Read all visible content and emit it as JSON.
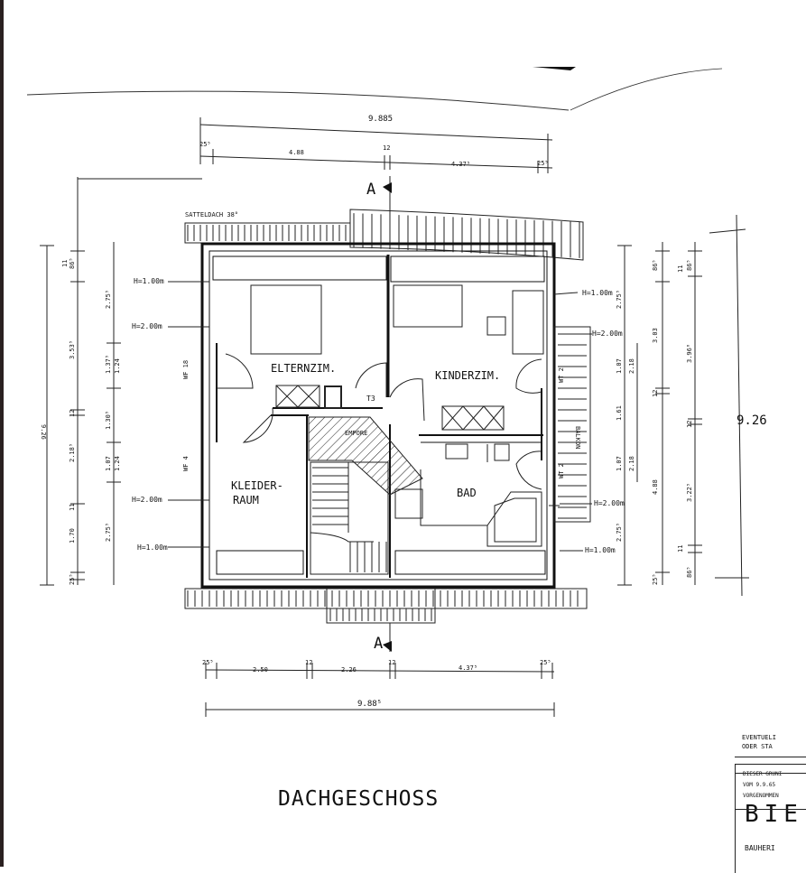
{
  "title": "DACHGESCHOSS",
  "roof_label": "SATTELDACH 38°",
  "section_marker": "A",
  "rooms": {
    "eltern": "ELTERNZIM.",
    "kinder": "KINDERZIM.",
    "kleider_1": "KLEIDER-",
    "kleider_2": "RAUM",
    "bad": "BAD",
    "empore": "EMPORE"
  },
  "labels": {
    "t3": "T3",
    "balkon": "BALKON",
    "wf18": "WF 18",
    "wf4": "WF 4",
    "wt2_top": "WT 2",
    "wt2_bottom": "WT 2"
  },
  "heights": {
    "h100": "H=1.00m",
    "h200": "H=2.00m"
  },
  "dims_top": {
    "total": "9.885",
    "d1": "25⁵",
    "d2": "4.88",
    "d3": "12",
    "d4": "4.37⁵",
    "d5": "25⁵"
  },
  "dims_bottom": {
    "total": "9.88⁵",
    "d1": "25⁵",
    "d2": "2.50",
    "d3": "12",
    "d4": "2.26",
    "d5": "12",
    "d6": "4.37⁵",
    "d7": "25⁵"
  },
  "dims_left": {
    "total": "9.26",
    "a1": "11",
    "a2": "86⁵",
    "a3": "3.53⁵",
    "a4": "12",
    "a5": "2.18⁵",
    "a6": "11",
    "a7": "1.70",
    "a8": "25⁵",
    "b1": "2.75⁵",
    "b2": "1.37⁵",
    "b3": "1.24",
    "b4": "1.30⁵",
    "b5": "1.07",
    "b6": "1.24",
    "b7": "2.75⁵"
  },
  "dims_right": {
    "total": "9.26",
    "a1": "2.75⁵",
    "a2": "1.07",
    "a3": "2.18",
    "a4": "1.61",
    "a5": "1.07",
    "a6": "2.18",
    "a7": "2.75⁵",
    "b1": "86⁵",
    "b2": "3.03",
    "b3": "12",
    "b4": "4.88",
    "b5": "25⁵",
    "c1": "11",
    "c2": "86⁵",
    "c3": "3.96⁰",
    "c4": "12",
    "c5": "3.22⁵",
    "c6": "11",
    "c7": "86⁵"
  },
  "stamp": {
    "line1": "EVENTUELI",
    "line2": "ODER STA",
    "line3": "DIESER GRUNI",
    "line4": "VOM 9.9.65",
    "line5": "VORGENOMMEN",
    "big": "BIE",
    "line6": "BAUHERI"
  }
}
